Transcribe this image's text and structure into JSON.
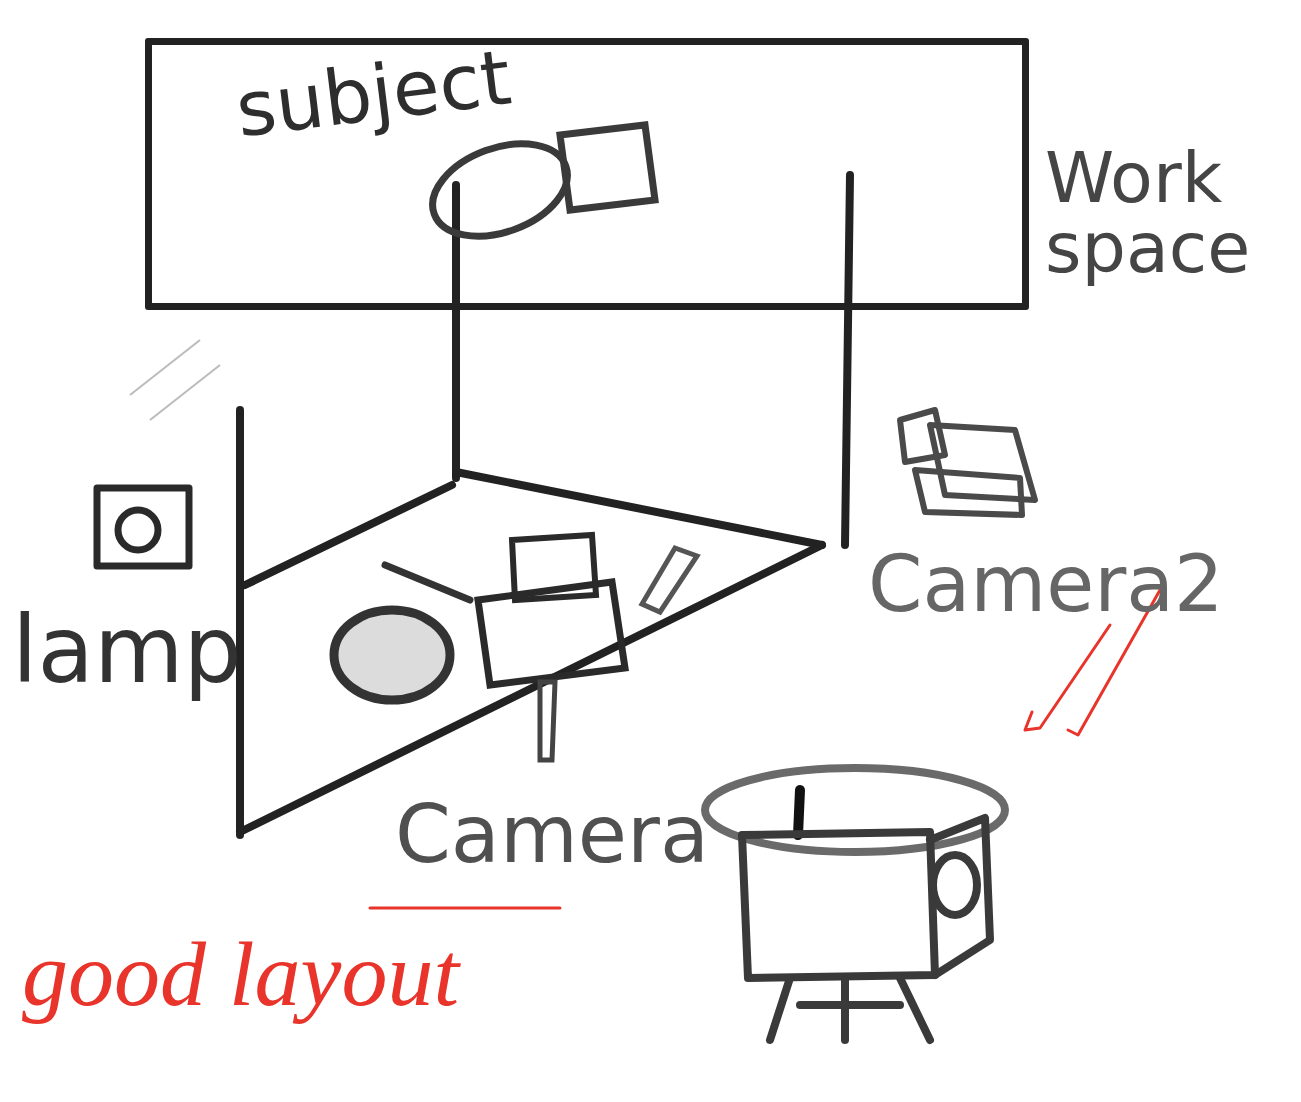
{
  "diagram": {
    "nodes": [
      {
        "text": [
          "subject",
          "Work space"
        ]
      }
    ],
    "labels": [
      "lamp",
      "Camera2",
      "Camera",
      "good layout"
    ]
  }
}
